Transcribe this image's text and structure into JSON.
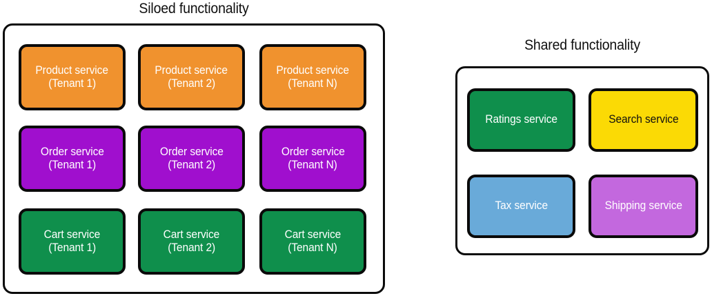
{
  "diagram": {
    "groups": [
      {
        "id": "siloed",
        "title": "Siloed functionality",
        "cards": [
          {
            "name": "product-service-tenant-1",
            "line1": "Product service",
            "line2": "(Tenant 1)",
            "fill": "#F0922E",
            "text": "#FFFFFF"
          },
          {
            "name": "product-service-tenant-2",
            "line1": "Product service",
            "line2": "(Tenant 2)",
            "fill": "#F0922E",
            "text": "#FFFFFF"
          },
          {
            "name": "product-service-tenant-n",
            "line1": "Product service",
            "line2": "(Tenant N)",
            "fill": "#F0922E",
            "text": "#FFFFFF"
          },
          {
            "name": "order-service-tenant-1",
            "line1": "Order service",
            "line2": "(Tenant 1)",
            "fill": "#A00FCE",
            "text": "#FFFFFF"
          },
          {
            "name": "order-service-tenant-2",
            "line1": "Order service",
            "line2": "(Tenant 2)",
            "fill": "#A00FCE",
            "text": "#FFFFFF"
          },
          {
            "name": "order-service-tenant-n",
            "line1": "Order service",
            "line2": "(Tenant N)",
            "fill": "#A00FCE",
            "text": "#FFFFFF"
          },
          {
            "name": "cart-service-tenant-1",
            "line1": "Cart service",
            "line2": "(Tenant 1)",
            "fill": "#0F8F4C",
            "text": "#FFFFFF"
          },
          {
            "name": "cart-service-tenant-2",
            "line1": "Cart service",
            "line2": "(Tenant 2)",
            "fill": "#0F8F4C",
            "text": "#FFFFFF"
          },
          {
            "name": "cart-service-tenant-n",
            "line1": "Cart service",
            "line2": "(Tenant N)",
            "fill": "#0F8F4C",
            "text": "#FFFFFF"
          }
        ]
      },
      {
        "id": "shared",
        "title": "Shared functionality",
        "cards": [
          {
            "name": "ratings-service",
            "line1": "Ratings service",
            "line2": "",
            "fill": "#0F8F4C",
            "text": "#FFFFFF"
          },
          {
            "name": "search-service",
            "line1": "Search service",
            "line2": "",
            "fill": "#FBDA05",
            "text": "#101010"
          },
          {
            "name": "tax-service",
            "line1": "Tax service",
            "line2": "",
            "fill": "#69AAD9",
            "text": "#FFFFFF"
          },
          {
            "name": "shipping-service",
            "line1": "Shipping service",
            "line2": "",
            "fill": "#C368DE",
            "text": "#FFFFFF"
          }
        ]
      }
    ],
    "palette": {
      "orange": "#F0922E",
      "purple": "#A00FCE",
      "green": "#0F8F4C",
      "yellow": "#FBDA05",
      "blue": "#69AAD9",
      "orchid": "#C368DE",
      "outline": "#0A0A0A",
      "background": "#FFFFFF",
      "title_text": "#0F0F0F"
    }
  }
}
